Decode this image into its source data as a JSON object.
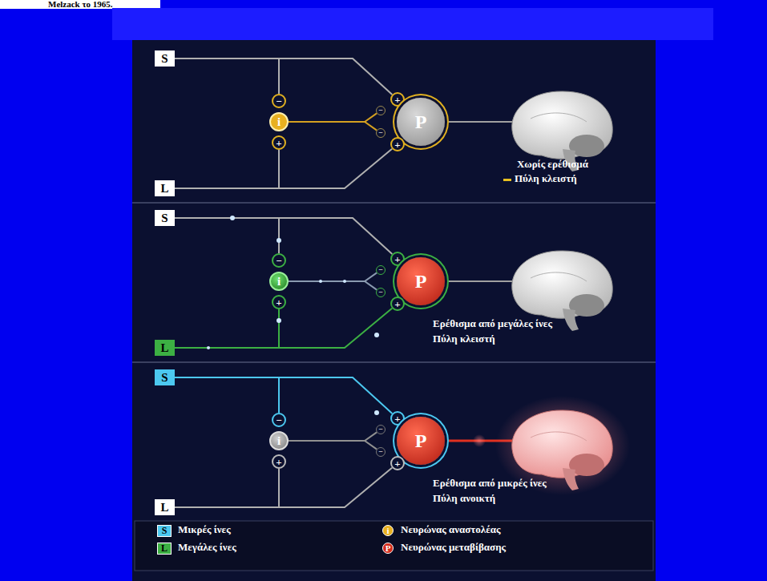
{
  "diagram": {
    "nodes": [
      {
        "text": [
          "S"
        ]
      },
      {
        "text": [
          "−"
        ]
      },
      {
        "text": [
          "i"
        ]
      },
      {
        "text": [
          "+"
        ]
      },
      {
        "text": [
          "+"
        ]
      },
      {
        "text": [
          "−"
        ]
      },
      {
        "text": [
          "P"
        ]
      },
      {
        "text": [
          "−"
        ]
      },
      {
        "text": [
          "+"
        ]
      },
      {
        "text": [
          "L"
        ]
      },
      {
        "text": [
          "S"
        ]
      },
      {
        "text": [
          "−"
        ]
      },
      {
        "text": [
          "i"
        ]
      },
      {
        "text": [
          "+"
        ]
      },
      {
        "text": [
          "+"
        ]
      },
      {
        "text": [
          "−"
        ]
      },
      {
        "text": [
          "P"
        ]
      },
      {
        "text": [
          "−"
        ]
      },
      {
        "text": [
          "+"
        ]
      },
      {
        "text": [
          "L"
        ]
      },
      {
        "text": [
          "S"
        ]
      },
      {
        "text": [
          "−"
        ]
      },
      {
        "text": [
          "i"
        ]
      },
      {
        "text": [
          "+"
        ]
      },
      {
        "text": [
          "+"
        ]
      },
      {
        "text": [
          "−"
        ]
      },
      {
        "text": [
          "P"
        ]
      },
      {
        "text": [
          "−"
        ]
      },
      {
        "text": [
          "+"
        ]
      },
      {
        "text": [
          "L"
        ]
      }
    ],
    "edges": [
      {
        "from": 0,
        "to": 1,
        "arrow": "none"
      },
      {
        "from": 9,
        "to": 3,
        "arrow": "none"
      },
      {
        "from": 0,
        "to": 4,
        "arrow": "none"
      },
      {
        "from": 9,
        "to": 8,
        "arrow": "none"
      },
      {
        "from": 2,
        "to": 5,
        "arrow": "none"
      },
      {
        "from": 2,
        "to": 7,
        "arrow": "none"
      },
      {
        "from": 10,
        "to": 11,
        "arrow": "none"
      },
      {
        "from": 19,
        "to": 13,
        "arrow": "none"
      },
      {
        "from": 10,
        "to": 14,
        "arrow": "none"
      },
      {
        "from": 19,
        "to": 18,
        "arrow": "none"
      },
      {
        "from": 12,
        "to": 15,
        "arrow": "none"
      },
      {
        "from": 12,
        "to": 17,
        "arrow": "none"
      },
      {
        "from": 20,
        "to": 21,
        "arrow": "none"
      },
      {
        "from": 29,
        "to": 23,
        "arrow": "none"
      },
      {
        "from": 20,
        "to": 24,
        "arrow": "none"
      },
      {
        "from": 29,
        "to": 28,
        "arrow": "none"
      },
      {
        "from": 22,
        "to": 25,
        "arrow": "none"
      },
      {
        "from": 22,
        "to": 27,
        "arrow": "none"
      }
    ],
    "labels": [
      "Melzack το 1965.",
      "Χωρίς ερέθισμά",
      "Πύλη κλειστή",
      "Ερέθισμα από μεγάλες ίνες",
      "Πύλη κλειστή",
      "Ερέθισμα από μικρές ίνες",
      "Πύλη ανοικτή",
      "S",
      "L",
      "i",
      "P"
    ],
    "legend": [
      {
        "text": "Μικρές ίνες",
        "color": "#4cc8f0"
      },
      {
        "text": "Μεγάλες ίνες",
        "color": "#3cb043"
      },
      {
        "text": "Νευρώνας αναστολέας",
        "color": "#e8b020"
      },
      {
        "text": "Νευρώνας μεταβίβασης",
        "color": "#d42a1a"
      }
    ]
  }
}
